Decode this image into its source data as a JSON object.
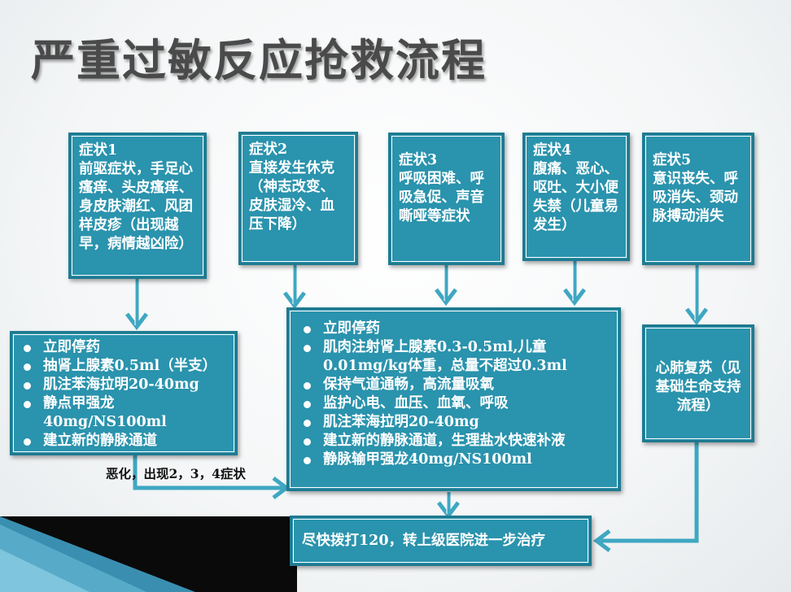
{
  "title": "严重过敏反应抢救流程",
  "symptoms": [
    {
      "label": "症状1",
      "text": "前驱症状，手足心瘙痒、头皮瘙痒、身皮肤潮红、风团样皮疹（出现越早，病情越凶险）"
    },
    {
      "label": "症状2",
      "text": "直接发生休克（神志改变、皮肤湿冷、血压下降）"
    },
    {
      "label": "症状3",
      "text": "呼吸困难、呼吸急促、声音嘶哑等症状"
    },
    {
      "label": "症状4",
      "text": "腹痛、恶心、呕吐、大小便失禁（儿童易发生）"
    },
    {
      "label": "症状5",
      "text": "意识丧失、呼吸消失、颈动脉搏动消失"
    }
  ],
  "left_actions": [
    "立即停药",
    "抽肾上腺素0.5ml（半支）",
    "肌注苯海拉明20-40mg",
    "静点甲强龙40mg/NS100ml",
    "建立新的静脉通道"
  ],
  "center_actions": [
    "立即停药",
    "肌肉注射肾上腺素0.3-0.5ml,儿童0.01mg/kg体重，总量不超过0.3ml",
    "保持气道通畅，高流量吸氧",
    "监护心电、血压、血氧、呼吸",
    "肌注苯海拉明20-40mg",
    "建立新的静脉通道，生理盐水快速补液",
    "静脉输甲强龙40mg/NS100ml"
  ],
  "cpr": "心肺复苏（见基础生命支持流程）",
  "escalation_note": "恶化，出现2，3，4症状",
  "final": "尽快拨打120，转上级医院进一步治疗",
  "colors": {
    "box": "#2a93ad",
    "border": "#1f7a90",
    "arrow": "#3fa7c2"
  }
}
